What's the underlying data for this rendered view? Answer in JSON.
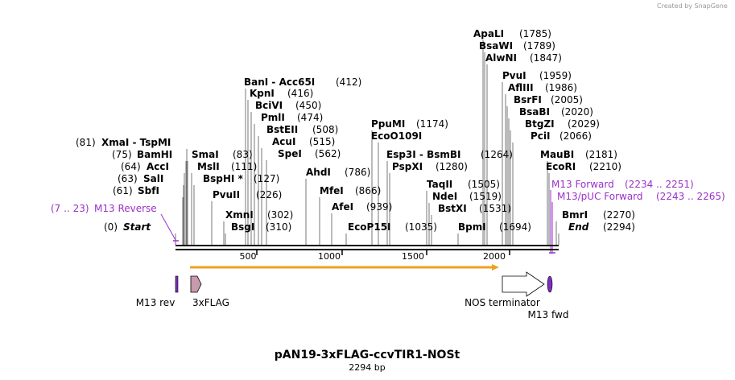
{
  "watermark": "Created by SnapGene",
  "title": "pAN19-3xFLAG-ccvTIR1-NOSt",
  "length_label": "2294 bp",
  "total_bp": 2294,
  "ticks": [
    "500",
    "1000",
    "1500",
    "2000"
  ],
  "enzymes": [
    {
      "name": "ApaLI",
      "pos": "(1785)"
    },
    {
      "name": "BsaWI",
      "pos": "(1789)"
    },
    {
      "name": "AlwNI",
      "pos": "(1847)"
    },
    {
      "name": "PvuI",
      "pos": "(1959)"
    },
    {
      "name": "AflIII",
      "pos": "(1986)"
    },
    {
      "name": "BsrFI",
      "pos": "(2005)"
    },
    {
      "name": "BsaBI",
      "pos": "(2020)"
    },
    {
      "name": "BtgZI",
      "pos": "(2029)"
    },
    {
      "name": "PciI",
      "pos": "(2066)"
    },
    {
      "name": "MauBI",
      "pos": "(2181)"
    },
    {
      "name": "EcoRI",
      "pos": "(2210)"
    },
    {
      "name": "BmrI",
      "pos": "(2270)"
    },
    {
      "name": "End",
      "pos": "(2294)"
    },
    {
      "name": "BanI  -  Acc65I",
      "pos": "(412)"
    },
    {
      "name": "KpnI",
      "pos": "(416)"
    },
    {
      "name": "BciVI",
      "pos": "(450)"
    },
    {
      "name": "PmlI",
      "pos": "(474)"
    },
    {
      "name": "BstEII",
      "pos": "(508)"
    },
    {
      "name": "AcuI",
      "pos": "(515)"
    },
    {
      "name": "SpeI",
      "pos": "(562)"
    },
    {
      "name": "AhdI",
      "pos": "(786)"
    },
    {
      "name": "MfeI",
      "pos": "(866)"
    },
    {
      "name": "AfeI",
      "pos": "(939)"
    },
    {
      "name": "EcoP15I",
      "pos": "(1035)"
    },
    {
      "name": "PpuMI",
      "pos": "(1174)"
    },
    {
      "name": "EcoO109I",
      "pos": ""
    },
    {
      "name": "Esp3I  -  BsmBI",
      "pos": "(1264)"
    },
    {
      "name": "PspXI",
      "pos": "(1280)"
    },
    {
      "name": "TaqII",
      "pos": "(1505)"
    },
    {
      "name": "NdeI",
      "pos": "(1519)"
    },
    {
      "name": "BstXI",
      "pos": "(1531)"
    },
    {
      "name": "BpmI",
      "pos": "(1694)"
    },
    {
      "name": "XmaI  -  TspMI",
      "pos": "(81)"
    },
    {
      "name": "BamHI",
      "pos": "(75)"
    },
    {
      "name": "AccI",
      "pos": "(64)"
    },
    {
      "name": "SalI",
      "pos": "(63)"
    },
    {
      "name": "SbfI",
      "pos": "(61)"
    },
    {
      "name": "Start",
      "pos": "(0)"
    },
    {
      "name": "SmaI",
      "pos": "(83)"
    },
    {
      "name": "MslI",
      "pos": "(111)"
    },
    {
      "name": "BspHI *",
      "pos": "(127)"
    },
    {
      "name": "PvuII",
      "pos": "(226)"
    },
    {
      "name": "XmnI",
      "pos": "(302)"
    },
    {
      "name": "BsgI",
      "pos": "(310)"
    }
  ],
  "primers": [
    {
      "name": "M13 Reverse",
      "pos": "(7 .. 23)"
    },
    {
      "name": "M13 Forward",
      "pos": "(2234 .. 2251)"
    },
    {
      "name": "M13/pUC Forward",
      "pos": "(2243 .. 2265)"
    }
  ],
  "features": [
    {
      "name": "M13 rev",
      "color": "#7b2fbe"
    },
    {
      "name": "3xFLAG",
      "color": "#c89aae"
    },
    {
      "name": "NOS terminator",
      "color": "#ffffff"
    },
    {
      "name": "M13 fwd",
      "color": "#7b2fbe"
    }
  ],
  "colors": {
    "orf": "#f0a020",
    "primer": "#9b30c8",
    "backbone": "#000000"
  }
}
